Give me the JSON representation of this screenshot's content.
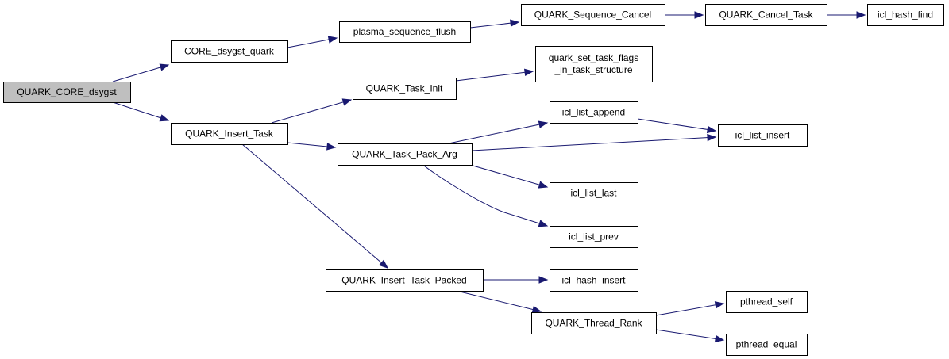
{
  "colors": {
    "edge": "#191970",
    "root_fill": "#bfbfbf",
    "node_fill": "#ffffff",
    "node_border": "#000000"
  },
  "nodes": [
    {
      "id": "root",
      "lines": [
        "QUARK_CORE_dsygst"
      ],
      "root": true
    },
    {
      "id": "core_dsygst_quark",
      "lines": [
        "CORE_dsygst_quark"
      ]
    },
    {
      "id": "plasma_sequence_flush",
      "lines": [
        "plasma_sequence_flush"
      ]
    },
    {
      "id": "quark_sequence_cancel",
      "lines": [
        "QUARK_Sequence_Cancel"
      ]
    },
    {
      "id": "quark_cancel_task",
      "lines": [
        "QUARK_Cancel_Task"
      ]
    },
    {
      "id": "icl_hash_find",
      "lines": [
        "icl_hash_find"
      ]
    },
    {
      "id": "quark_insert_task",
      "lines": [
        "QUARK_Insert_Task"
      ]
    },
    {
      "id": "quark_task_init",
      "lines": [
        "QUARK_Task_Init"
      ]
    },
    {
      "id": "quark_set_task_flags",
      "lines": [
        "quark_set_task_flags",
        "_in_task_structure"
      ]
    },
    {
      "id": "quark_task_pack_arg",
      "lines": [
        "QUARK_Task_Pack_Arg"
      ]
    },
    {
      "id": "icl_list_append",
      "lines": [
        "icl_list_append"
      ]
    },
    {
      "id": "icl_list_insert",
      "lines": [
        "icl_list_insert"
      ]
    },
    {
      "id": "icl_list_last",
      "lines": [
        "icl_list_last"
      ]
    },
    {
      "id": "icl_list_prev",
      "lines": [
        "icl_list_prev"
      ]
    },
    {
      "id": "quark_insert_task_packed",
      "lines": [
        "QUARK_Insert_Task_Packed"
      ]
    },
    {
      "id": "icl_hash_insert",
      "lines": [
        "icl_hash_insert"
      ]
    },
    {
      "id": "quark_thread_rank",
      "lines": [
        "QUARK_Thread_Rank"
      ]
    },
    {
      "id": "pthread_self",
      "lines": [
        "pthread_self"
      ]
    },
    {
      "id": "pthread_equal",
      "lines": [
        "pthread_equal"
      ]
    }
  ],
  "edges": [
    {
      "from": "root",
      "to": "core_dsygst_quark"
    },
    {
      "from": "root",
      "to": "quark_insert_task"
    },
    {
      "from": "core_dsygst_quark",
      "to": "plasma_sequence_flush"
    },
    {
      "from": "plasma_sequence_flush",
      "to": "quark_sequence_cancel"
    },
    {
      "from": "quark_sequence_cancel",
      "to": "quark_cancel_task"
    },
    {
      "from": "quark_cancel_task",
      "to": "icl_hash_find"
    },
    {
      "from": "quark_insert_task",
      "to": "quark_task_init"
    },
    {
      "from": "quark_insert_task",
      "to": "quark_task_pack_arg"
    },
    {
      "from": "quark_insert_task",
      "to": "quark_insert_task_packed"
    },
    {
      "from": "quark_task_init",
      "to": "quark_set_task_flags"
    },
    {
      "from": "quark_task_pack_arg",
      "to": "icl_list_append"
    },
    {
      "from": "quark_task_pack_arg",
      "to": "icl_list_insert"
    },
    {
      "from": "quark_task_pack_arg",
      "to": "icl_list_last"
    },
    {
      "from": "quark_task_pack_arg",
      "to": "icl_list_prev"
    },
    {
      "from": "icl_list_append",
      "to": "icl_list_insert"
    },
    {
      "from": "quark_insert_task_packed",
      "to": "icl_hash_insert"
    },
    {
      "from": "quark_insert_task_packed",
      "to": "quark_thread_rank"
    },
    {
      "from": "quark_thread_rank",
      "to": "pthread_self"
    },
    {
      "from": "quark_thread_rank",
      "to": "pthread_equal"
    }
  ]
}
